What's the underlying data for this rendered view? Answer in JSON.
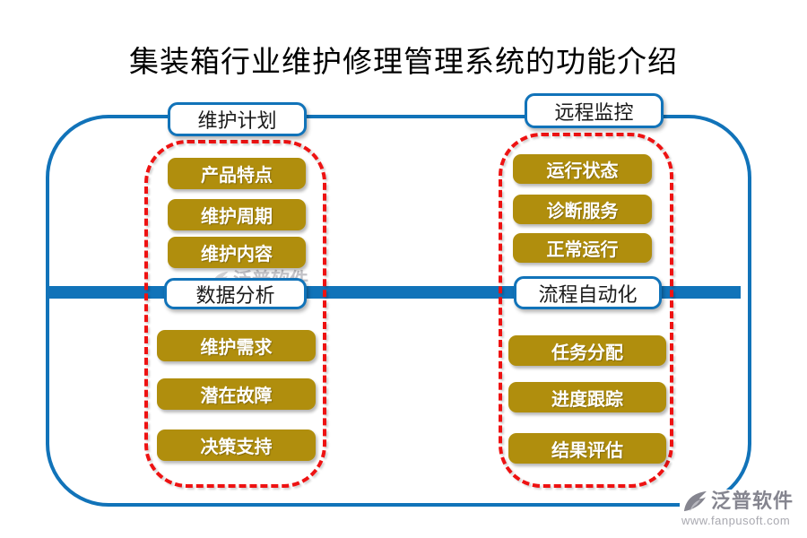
{
  "title": "集装箱行业维护修理管理系统的功能介绍",
  "colors": {
    "blue": "#1173B9",
    "gold": "#B08E0D",
    "red": "#EE1212",
    "ink": "#1A1A1A",
    "logo-gray": "#85858F",
    "url-gray": "#A9A9B0",
    "wm-gray": "#C3C3C8"
  },
  "groups": [
    {
      "label": "维护计划",
      "items": [
        "产品特点",
        "维护周期",
        "维护内容"
      ]
    },
    {
      "label": "远程监控",
      "items": [
        "运行状态",
        "诊断服务",
        "正常运行"
      ]
    },
    {
      "label": "数据分析",
      "items": [
        "维护需求",
        "潜在故障",
        "决策支持"
      ]
    },
    {
      "label": "流程自动化",
      "items": [
        "任务分配",
        "进度跟踪",
        "结果评估"
      ]
    }
  ],
  "watermark": {
    "text": "泛普软件"
  },
  "logo": {
    "name": "泛普软件",
    "url": "www.fanpusoft.com"
  }
}
